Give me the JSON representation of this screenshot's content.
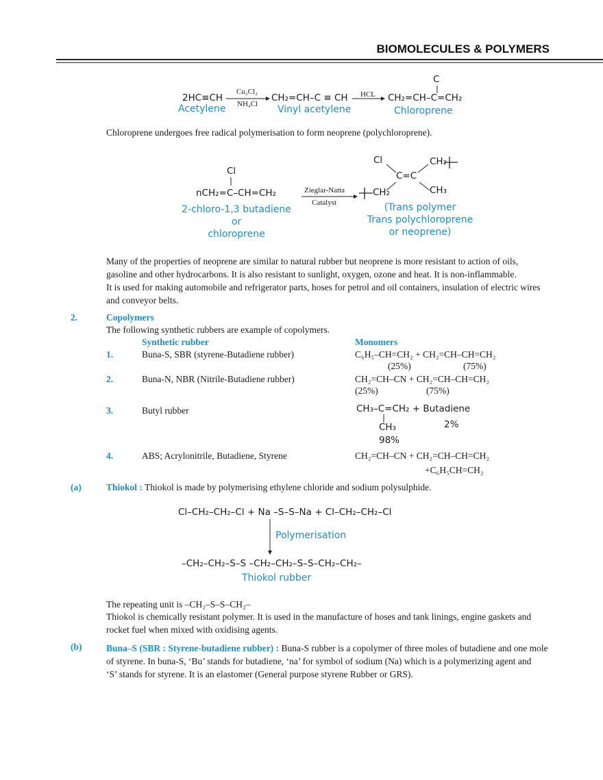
{
  "header": {
    "title": "BIOMOLECULES & POLYMERS"
  },
  "reaction1": {
    "reactant": "2HC≡CH",
    "reactant_name": "Acetylene",
    "cat_top": "Cu₂Cl₂",
    "cat_bottom": "NH₄Cl",
    "intermediate": "CH₂=CH–C ≡ CH",
    "intermediate_name": "Vinyl acetylene",
    "reagent": "HCL",
    "product": "CH₂=CH–C=CH₂",
    "product_substituent": "C",
    "product_name": "Chloroprene"
  },
  "chloroprene_sentence": "Chloroprene undergoes free radical polymerisation to form neoprene (polychloroprene).",
  "reaction2": {
    "substituent": "Cl",
    "monomer": "nCH₂=C–CH=CH₂",
    "monomer_name": [
      "2-chloro-1,3 butadiene",
      "or",
      "chloroprene"
    ],
    "cat_top": "Zieglar-Natta",
    "cat_bottom": "Catalyst",
    "product_cl": "Cl",
    "product_ch2_top": "CH₂",
    "product_cc": "C=C",
    "product_ch2_left": "CH₂",
    "product_ch3": "CH₃",
    "product_name": [
      "(Trans polymer",
      "Trans polychloroprene",
      "or neoprene)"
    ]
  },
  "neoprene_paragraph": [
    "Many of the properties of neoprene are similar to natural rubber but neoprene is more resistant to action of oils,",
    "gasoline and other hydrocarbons. It is also resistant to sunlight, oxygen, ozone and heat. It is non-inflammable.",
    "It is used for making automobile and refrigerator parts, hoses for petrol and oil containers, insulation of electric wires",
    "and conveyor belts."
  ],
  "section2": {
    "number": "2.",
    "title": "Copolymers",
    "intro": "The following synthetic rubbers are example of copolymers.",
    "col1_header": "Synthetic rubber",
    "col2_header": "Monomers",
    "rows": [
      {
        "num": "1.",
        "name": "Buna-S, SBR (styrene-Butadiene rubber)",
        "monomers": "C₆H₅–CH=CH₂ + CH₂=CH–CH=CH₂",
        "pct1": "(25%)",
        "pct2": "(75%)"
      },
      {
        "num": "2.",
        "name": "Buna-N, NBR (Nitrile-Butadiene rubber)",
        "monomers": "CH₂=CH–CN + CH₂=CH–CH=CH₂",
        "pct1": "(25%)",
        "pct2": "(75%)"
      },
      {
        "num": "3.",
        "name": "Butyl rubber",
        "monomers": "CH₃–C=CH₂ + Butadiene",
        "sub": "CH₃",
        "pct1": "98%",
        "pct2": "2%"
      },
      {
        "num": "4.",
        "name": "ABS; Acrylonitrile, Butadiene, Styrene",
        "monomers": "CH₂=CH–CN + CH₂=CH–CH=CH₂",
        "line2": "+C₆H₅CH=CH₂"
      }
    ]
  },
  "thiokol": {
    "label": "(a)",
    "title": "Thiokol :",
    "text": " Thiokol is made by polymerising ethylene chloride and sodium polysulphide.",
    "eq_top": "Cl–CH₂–CH₂–Cl + Na  –S–S–Na + Cl–CH₂–CH₂–Cl",
    "arrow_label": "Polymerisation",
    "eq_bottom": "–CH₂–CH₂–S–S  –CH₂–CH₂–S–S–CH₂–CH₂–",
    "product_name": "Thiokol rubber",
    "repeat": "The repeating unit is –CH₂–S–S–CH₂–",
    "para": [
      "Thiokol is chemically resistant polymer. It is used in the manufacture of hoses and tank linings, engine gaskets and",
      "rocket fuel when mixed with oxidising agents."
    ]
  },
  "bunas": {
    "label": "(b)",
    "title": "Buna–S (SBR : Styrene-butadiene rubber) :",
    "lines": [
      " Buna-S rubber is a copolymer of three moles of butadiene and one mole",
      "of styrene. In buna-S, ‘Bu’ stands for butadiene, ‘na’ for symbol of sodium (Na) which is a polymerizing agent and",
      "‘S’ stands for styrene. It is an elastomer (General purpose styrene Rubber or GRS)."
    ]
  },
  "colors": {
    "accent": "#1a8fc9",
    "text": "#1a1a1a"
  }
}
